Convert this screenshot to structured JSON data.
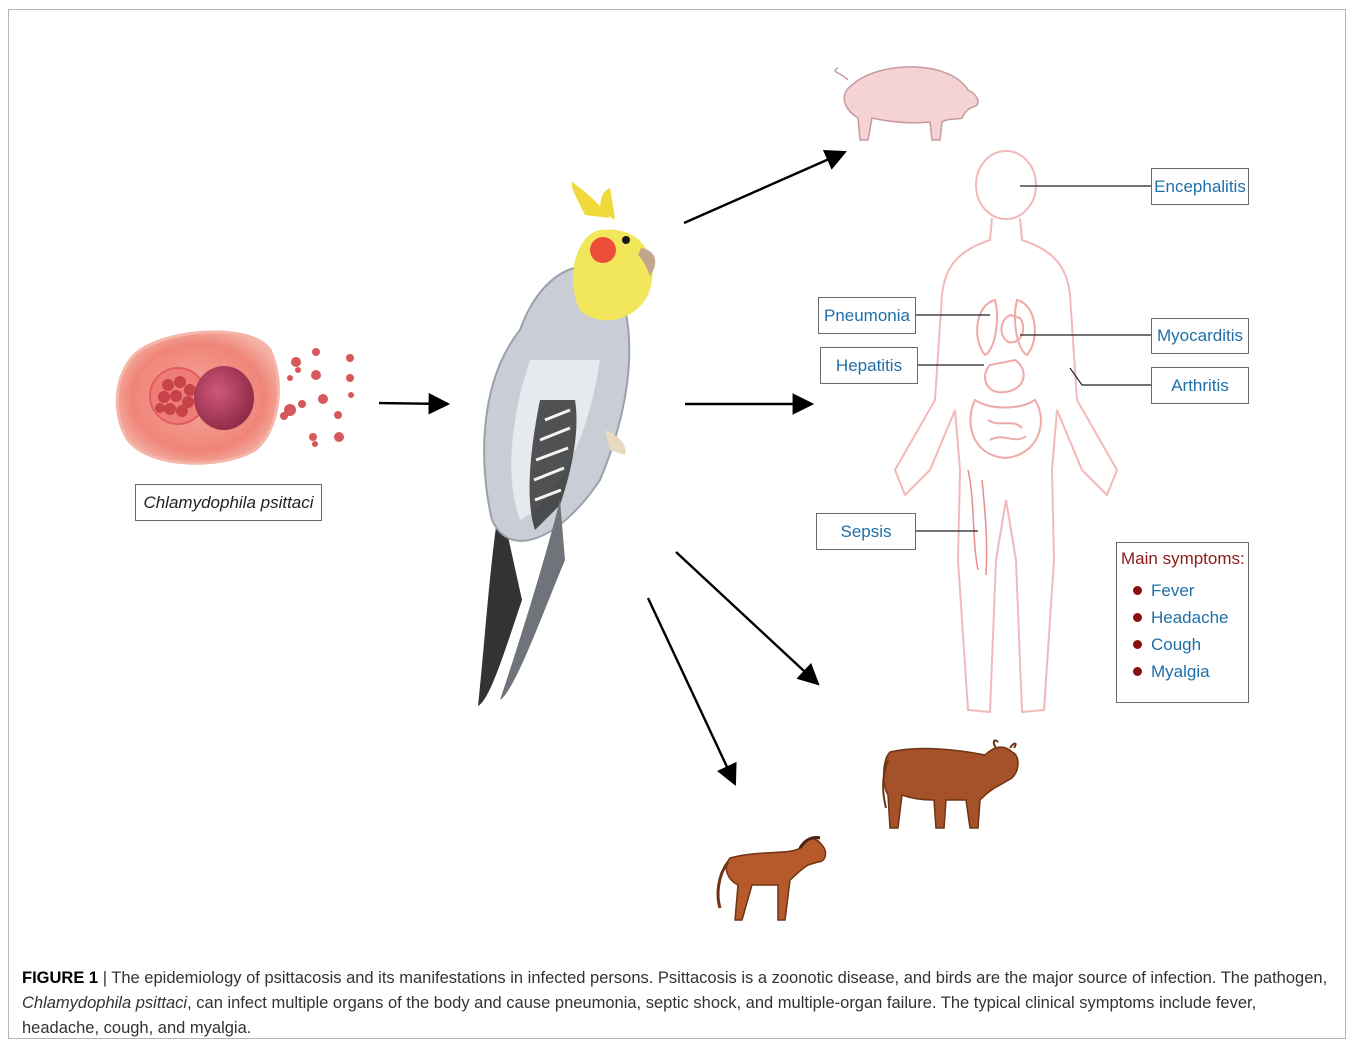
{
  "pathogen_label": "Chlamydophila psittaci",
  "organ_labels": {
    "encephalitis": "Encephalitis",
    "pneumonia": "Pneumonia",
    "myocarditis": "Myocarditis",
    "hepatitis": "Hepatitis",
    "arthritis": "Arthritis",
    "sepsis": "Sepsis"
  },
  "symptoms": {
    "title": "Main symptoms:",
    "items": [
      "Fever",
      "Headache",
      "Cough",
      "Myalgia"
    ]
  },
  "caption": {
    "figure_number": "FIGURE 1",
    "separator": " | ",
    "text_1": "The epidemiology of psittacosis and its manifestations in infected persons. Psittacosis is a zoonotic disease, and birds are the major source of infection. The pathogen, ",
    "italic": "Chlamydophila psittaci",
    "text_2": ", can infect multiple organs of the body and cause pneumonia, septic shock, and multiple-organ failure. The typical clinical symptoms include fever, headache, cough, and myalgia."
  },
  "colors": {
    "label_text": "#1f6fa8",
    "symptoms_title": "#8b1a1a",
    "symptom_dot": "#8b0e0e",
    "body_outline": "#f3b8b8"
  },
  "icons": [
    "infected-cell-icon",
    "cockatiel-icon",
    "pig-icon",
    "human-body-icon",
    "cow-icon",
    "horse-icon"
  ]
}
